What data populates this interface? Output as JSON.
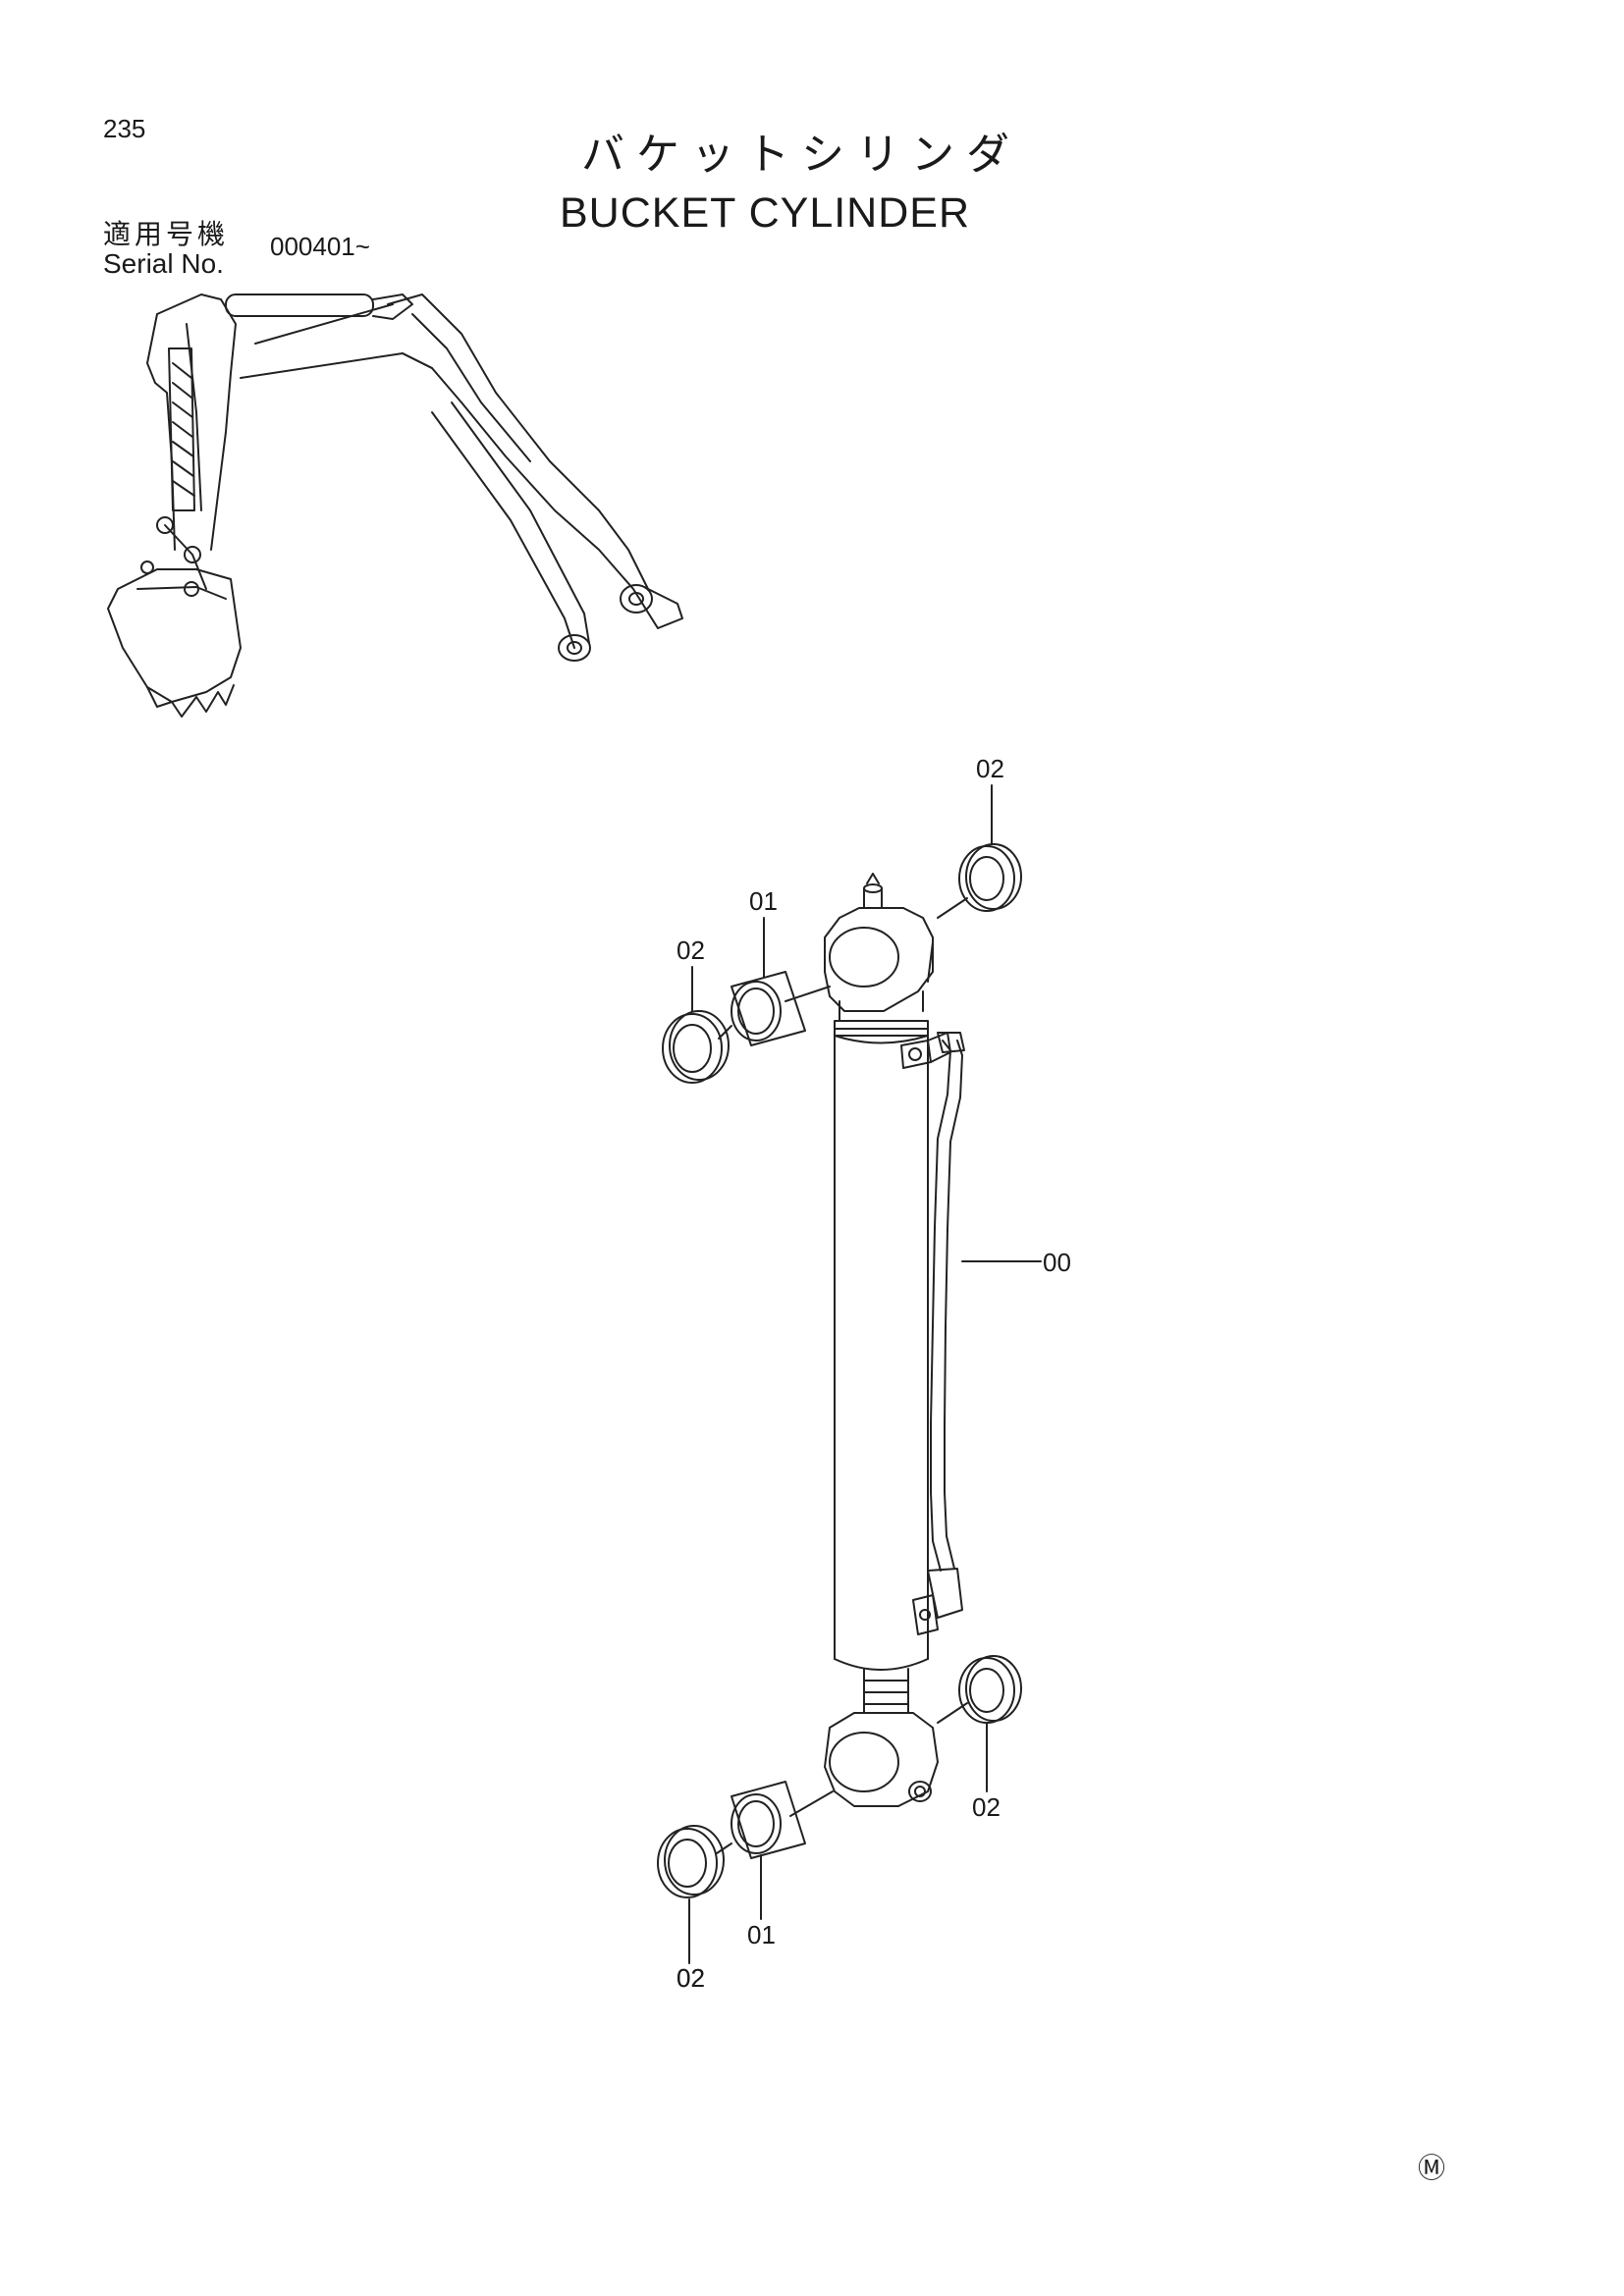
{
  "header": {
    "page_number": "235",
    "title_jp": "バケットシリンダ",
    "title_en": "BUCKET CYLINDER",
    "serial_label_jp": "適用号機",
    "serial_label_en": "Serial No.",
    "serial_range": "000401~"
  },
  "callouts": [
    {
      "id": "02",
      "label": "02"
    },
    {
      "id": "01",
      "label": "01"
    },
    {
      "id": "02",
      "label": "02"
    },
    {
      "id": "00",
      "label": "00"
    },
    {
      "id": "02",
      "label": "02"
    },
    {
      "id": "02",
      "label": "02"
    },
    {
      "id": "01",
      "label": "01"
    },
    {
      "id": "02",
      "label": "02"
    }
  ],
  "footer": {
    "mark": "Ⓜ"
  }
}
